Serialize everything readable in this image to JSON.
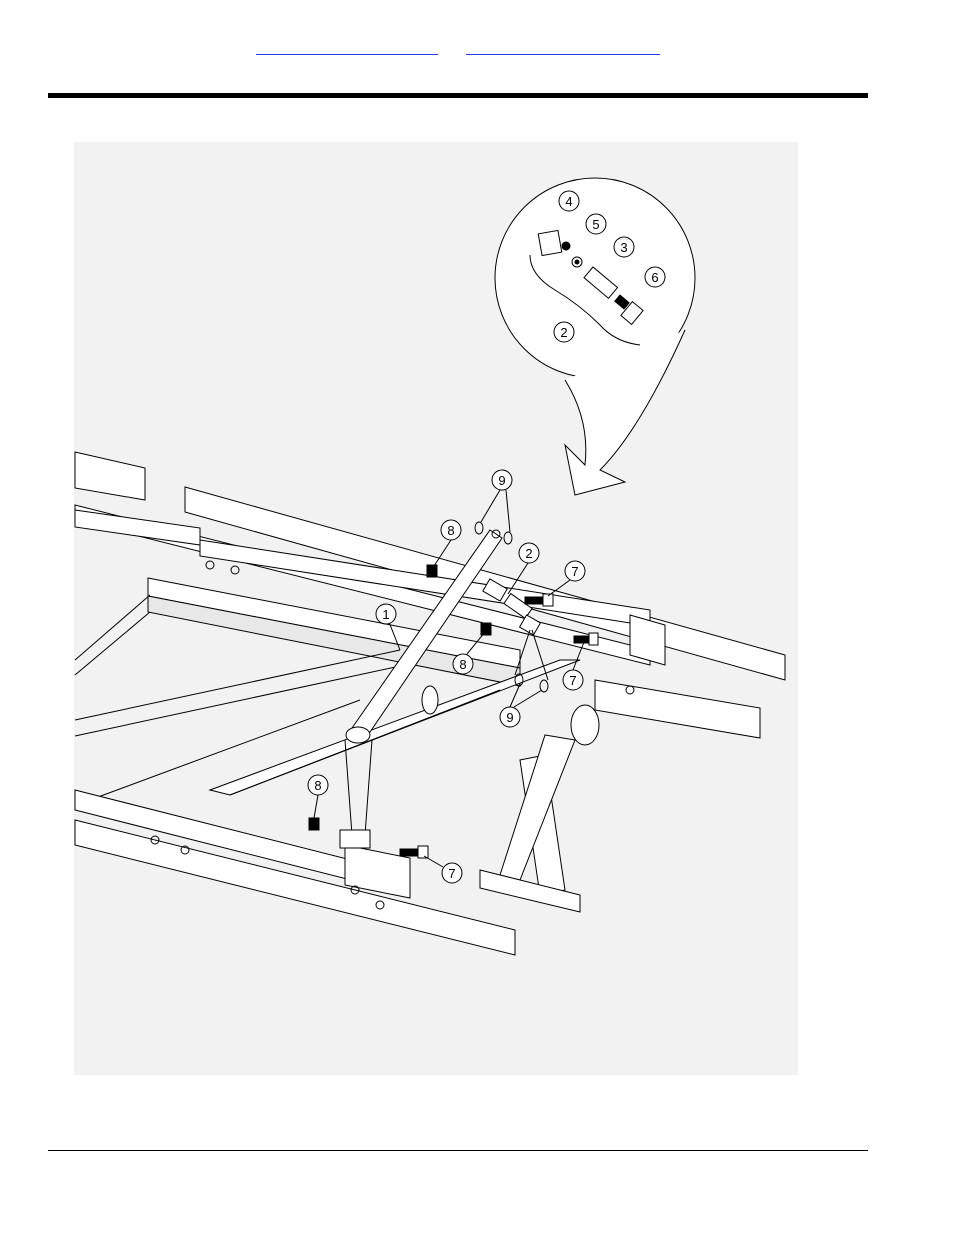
{
  "header": {
    "links": [
      {
        "label": ""
      },
      {
        "label": ""
      }
    ]
  },
  "diagram": {
    "callouts": [
      {
        "id": "c4",
        "label": "4"
      },
      {
        "id": "c5",
        "label": "5"
      },
      {
        "id": "c3",
        "label": "3"
      },
      {
        "id": "c6",
        "label": "6"
      },
      {
        "id": "c2-detail",
        "label": "2"
      },
      {
        "id": "c9-top",
        "label": "9"
      },
      {
        "id": "c8-top",
        "label": "8"
      },
      {
        "id": "c2-main",
        "label": "2"
      },
      {
        "id": "c7-top",
        "label": "7"
      },
      {
        "id": "c1",
        "label": "1"
      },
      {
        "id": "c8-mid",
        "label": "8"
      },
      {
        "id": "c7-mid",
        "label": "7"
      },
      {
        "id": "c9-bottom",
        "label": "9"
      },
      {
        "id": "c8-bottom",
        "label": "8"
      },
      {
        "id": "c7-bottom",
        "label": "7"
      }
    ]
  }
}
